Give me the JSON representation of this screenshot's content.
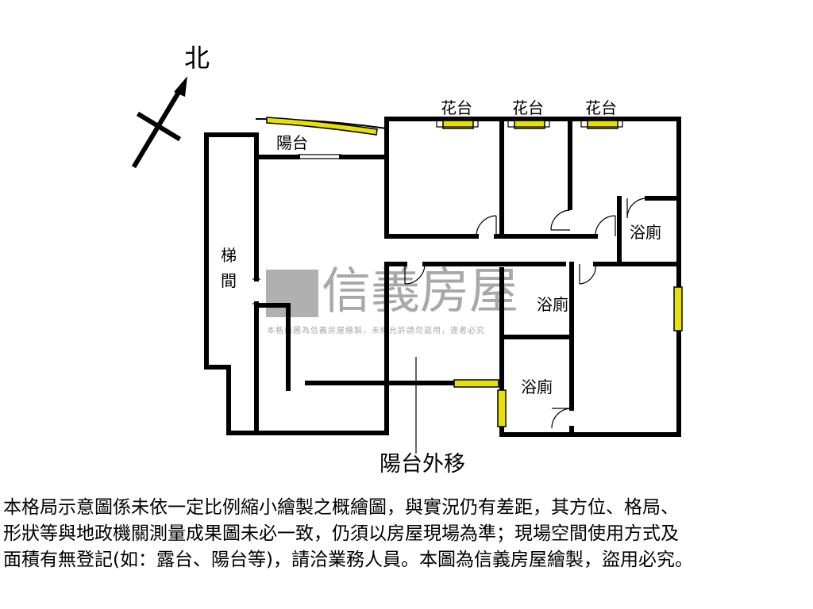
{
  "compass": {
    "label": "北"
  },
  "rooms": {
    "balcony": "陽台",
    "flower1": "花台",
    "flower2": "花台",
    "flower3": "花台",
    "stairs_1": "梯",
    "stairs_2": "間",
    "bath1": "浴廁",
    "bath2": "浴廁",
    "bath3": "浴廁",
    "balcony_moved": "陽台外移"
  },
  "watermark": {
    "brand": "信義房屋",
    "notice": "本格局圖為信義房屋繪製，未經允許請勿盜用，違者必究"
  },
  "disclaimer": {
    "line1": "本格局示意圖係未依一定比例縮小繪製之概繪圖，與實況仍有差距，其方位、格局、",
    "line2": "形狀等與地政機關測量成果圖未必一致，仍須以房屋現場為準；現場空間使用方式及",
    "line3": "面積有無登記(如：露台、陽台等)，請洽業務人員。本圖為信義房屋繪製，盜用必究。"
  },
  "colors": {
    "wall": "#000000",
    "window": "#e8e000",
    "watermark": "#a8a8a8"
  }
}
